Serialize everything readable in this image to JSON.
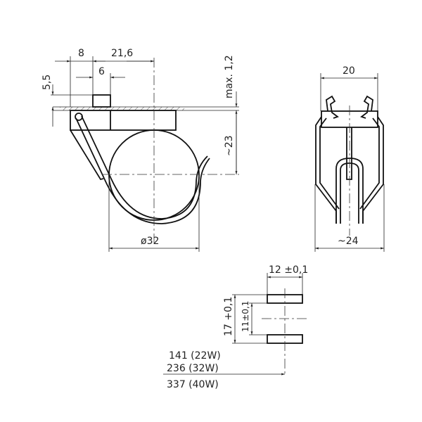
{
  "side_view": {
    "dim_8": "8",
    "dim_21_6": "21,6",
    "dim_6": "6",
    "dim_5_5": "5,5",
    "dim_max_1_2": "max. 1,2",
    "dim_23": "~23",
    "dim_diameter": "ø32"
  },
  "front_view": {
    "dim_20": "20",
    "dim_24": "~24"
  },
  "mounting_holes": {
    "dim_12": "12 ±0,1",
    "dim_17": "17 +0,1",
    "dim_11": "11±0,1",
    "lengths": [
      "141  (22W)",
      "236  (32W)",
      "337  (40W)"
    ]
  }
}
